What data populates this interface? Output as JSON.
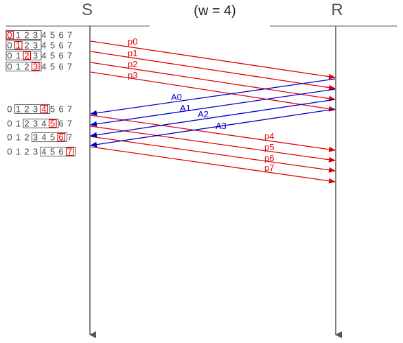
{
  "diagram": {
    "sender_label": "S",
    "receiver_label": "R",
    "window_label": "(w = 4)",
    "window_size": 4,
    "colors": {
      "data": "#e00000",
      "ack": "#0000cc",
      "timeline": "#555555",
      "text": "#444444",
      "box": "#666666",
      "highlight": "#e00000"
    },
    "sender_states": [
      {
        "digits": [
          "0",
          "1",
          "2",
          "3",
          "4",
          "5",
          "6",
          "7"
        ],
        "window_start": 0,
        "highlight": 0
      },
      {
        "digits": [
          "0",
          "1",
          "2",
          "3",
          "4",
          "5",
          "6",
          "7"
        ],
        "window_start": 0,
        "highlight": 1
      },
      {
        "digits": [
          "0",
          "1",
          "2",
          "3",
          "4",
          "5",
          "6",
          "7"
        ],
        "window_start": 0,
        "highlight": 2
      },
      {
        "digits": [
          "0",
          "1",
          "2",
          "3",
          "4",
          "5",
          "6",
          "7"
        ],
        "window_start": 0,
        "highlight": 3
      },
      {
        "digits": [
          "0",
          "1",
          "2",
          "3",
          "4",
          "5",
          "6",
          "7"
        ],
        "window_start": 1,
        "highlight": 4
      },
      {
        "digits": [
          "0",
          "1",
          "2",
          "3",
          "4",
          "5",
          "6",
          "7"
        ],
        "window_start": 2,
        "highlight": 5
      },
      {
        "digits": [
          "0",
          "1",
          "2",
          "3",
          "4",
          "5",
          "6",
          "7"
        ],
        "window_start": 3,
        "highlight": 6
      },
      {
        "digits": [
          "0",
          "1",
          "2",
          "3",
          "4",
          "5",
          "6",
          "7"
        ],
        "window_start": 4,
        "highlight": 7
      }
    ],
    "data_packets": [
      {
        "label": "p0"
      },
      {
        "label": "p1"
      },
      {
        "label": "p2"
      },
      {
        "label": "p3"
      },
      {
        "label": "p4"
      },
      {
        "label": "p5"
      },
      {
        "label": "p6"
      },
      {
        "label": "p7"
      }
    ],
    "acks": [
      {
        "label": "A0"
      },
      {
        "label": "A1"
      },
      {
        "label": "A2"
      },
      {
        "label": "A3"
      }
    ]
  }
}
